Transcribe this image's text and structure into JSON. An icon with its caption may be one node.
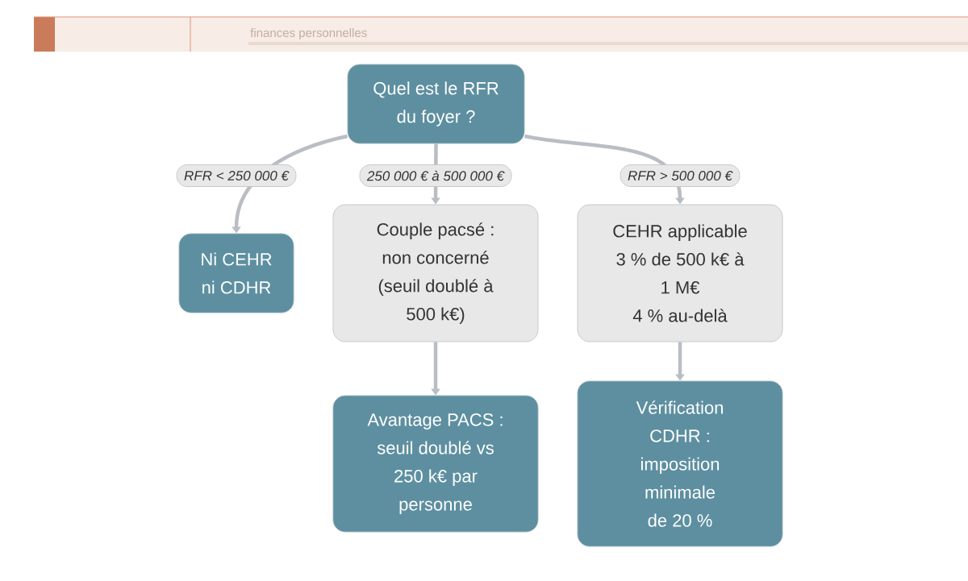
{
  "diagram": {
    "nodes": [
      {
        "text": [
          "Quel est le RFR du foyer ?"
        ]
      },
      {
        "text": [
          "Ni CEHR ni CDHR"
        ]
      },
      {
        "text": [
          "Couple pacsé : non concerné (seuil doublé à 500 k€)"
        ]
      },
      {
        "text": [
          "CEHR applicable",
          "3 % de 500 k€ à 1 M€",
          "4 % au-delà"
        ]
      },
      {
        "text": [
          "Avantage PACS : seuil doublé vs 250 k€ par personne"
        ]
      },
      {
        "text": [
          "Vérification CDHR : imposition minimale de 20 %"
        ]
      }
    ],
    "edges": [
      {
        "from": 0,
        "to": 1,
        "arrow": "to",
        "label": "RFR < 250 000 €"
      },
      {
        "from": 0,
        "to": 2,
        "arrow": "to",
        "label": "250 000 € à 500 000 €"
      },
      {
        "from": 0,
        "to": 3,
        "arrow": "to",
        "label": "RFR > 500 000 €"
      },
      {
        "from": 2,
        "to": 4,
        "arrow": "to"
      },
      {
        "from": 3,
        "to": 5,
        "arrow": "to"
      }
    ],
    "labels": [
      "finances personnelles"
    ]
  }
}
